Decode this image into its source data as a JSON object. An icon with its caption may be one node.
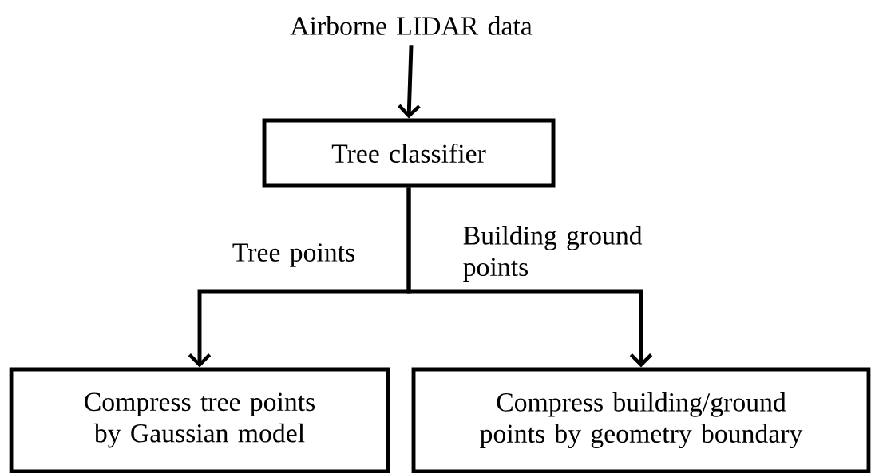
{
  "diagram": {
    "nodes": [
      {
        "text": [
          "Airborne LIDAR  data"
        ]
      },
      {
        "text": [
          "Tree classifier"
        ]
      },
      {
        "text": [
          "Compress tree points by Gaussian model"
        ]
      },
      {
        "text": [
          "Compress building/ground points by  geometry boundary"
        ]
      }
    ],
    "edges": [
      {
        "from": 0,
        "to": 1,
        "arrow": "to"
      },
      {
        "from": 1,
        "to": 2,
        "arrow": "to",
        "label": "Tree points"
      },
      {
        "from": 1,
        "to": 3,
        "arrow": "to",
        "label": "Building ground  points"
      }
    ]
  }
}
